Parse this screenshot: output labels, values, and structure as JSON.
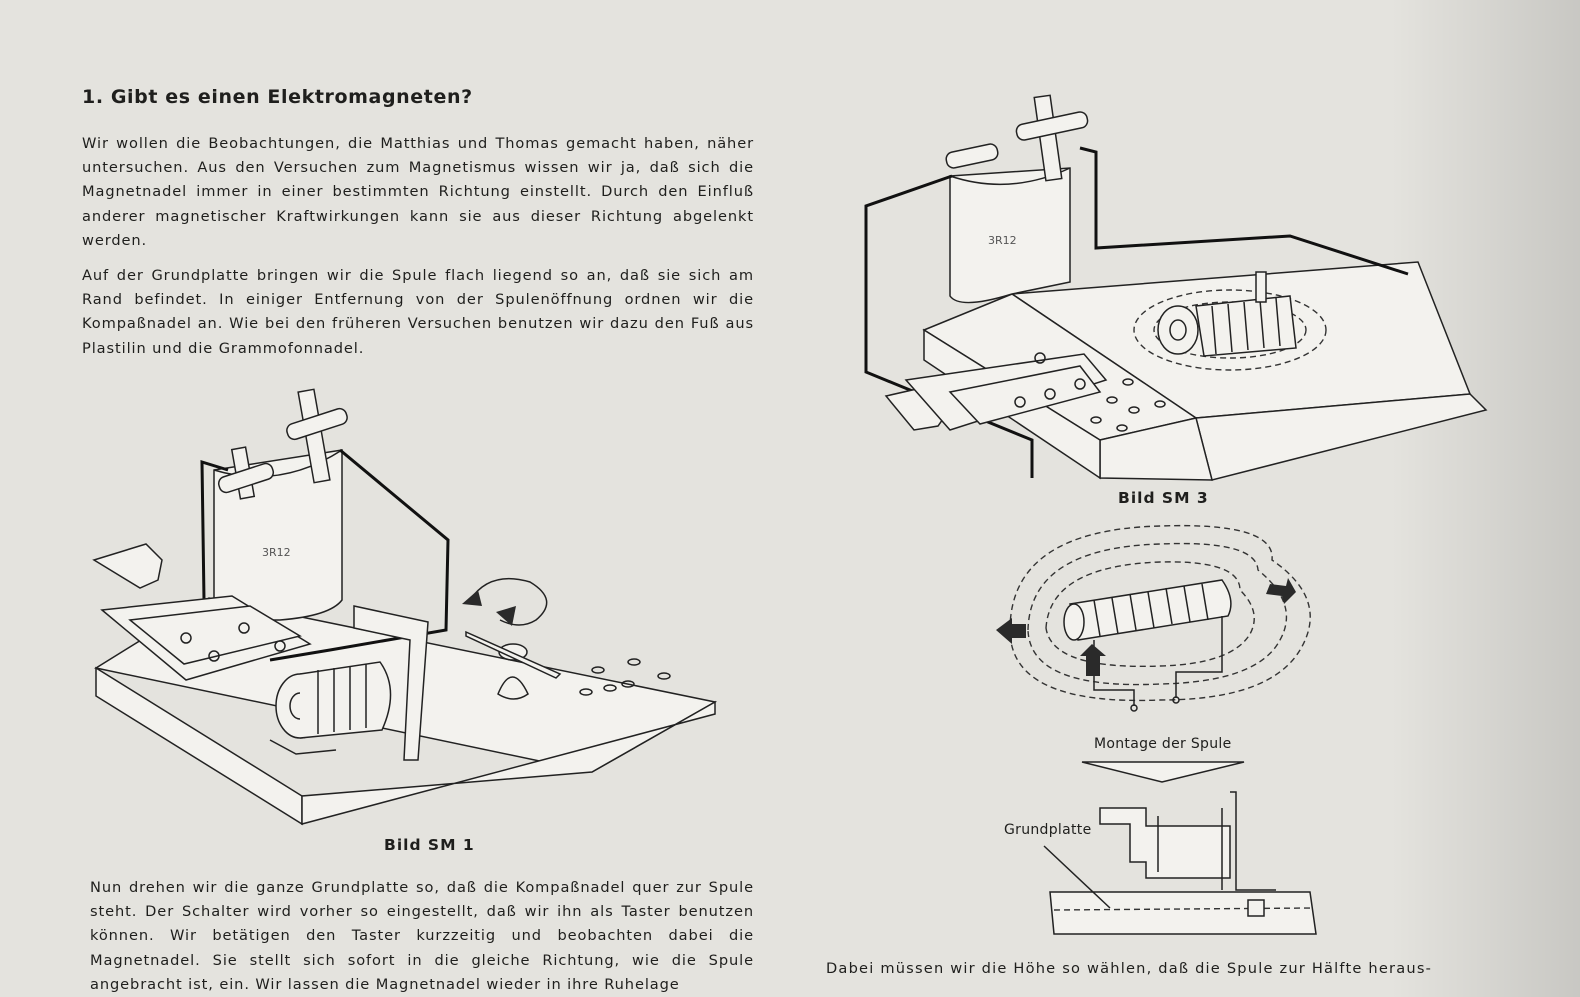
{
  "heading": "1.  Gibt es einen Elektromagneten?",
  "paragraphs": [
    "Wir wollen die Beobachtungen, die Matthias und Thomas gemacht haben, näher untersuchen. Aus den Versuchen zum Magnetismus wissen wir ja, daß sich die Magnetnadel immer in einer bestimmten Richtung einstellt. Durch den Einfluß anderer magnetischer Kraftwirkungen kann sie aus dieser Richtung abgelenkt werden.",
    "Auf der Grundplatte bringen wir die Spule flach liegend so an, daß sie sich am Rand befindet. In einiger Entfernung von der Spulenöffnung ordnen wir die Kompaßnadel an. Wie bei den früheren Versuchen benutzen wir dazu den Fuß aus Plastilin und die Grammofonnadel.",
    "Nun drehen wir die ganze Grundplatte so, daß die Kompaßnadel quer zur Spule steht. Der Schalter wird vorher so eingestellt, daß wir ihn als Taster benutzen können. Wir betätigen den Taster kurzzeitig und beobachten dabei die Magnetnadel. Sie stellt sich sofort in die gleiche Richtung, wie die Spule angebracht ist, ein. Wir lassen die Magnetnadel wieder in ihre Ruhelage",
    "Dabei müssen wir die Höhe so wählen, daß die Spule zur Hälfte heraus-"
  ],
  "figures": {
    "sm1_caption": "Bild SM 1",
    "sm3_caption": "Bild SM 3",
    "battery_label": "3R12",
    "montage_label": "Montage der Spule",
    "grundplatte_label": "Grundplatte"
  }
}
